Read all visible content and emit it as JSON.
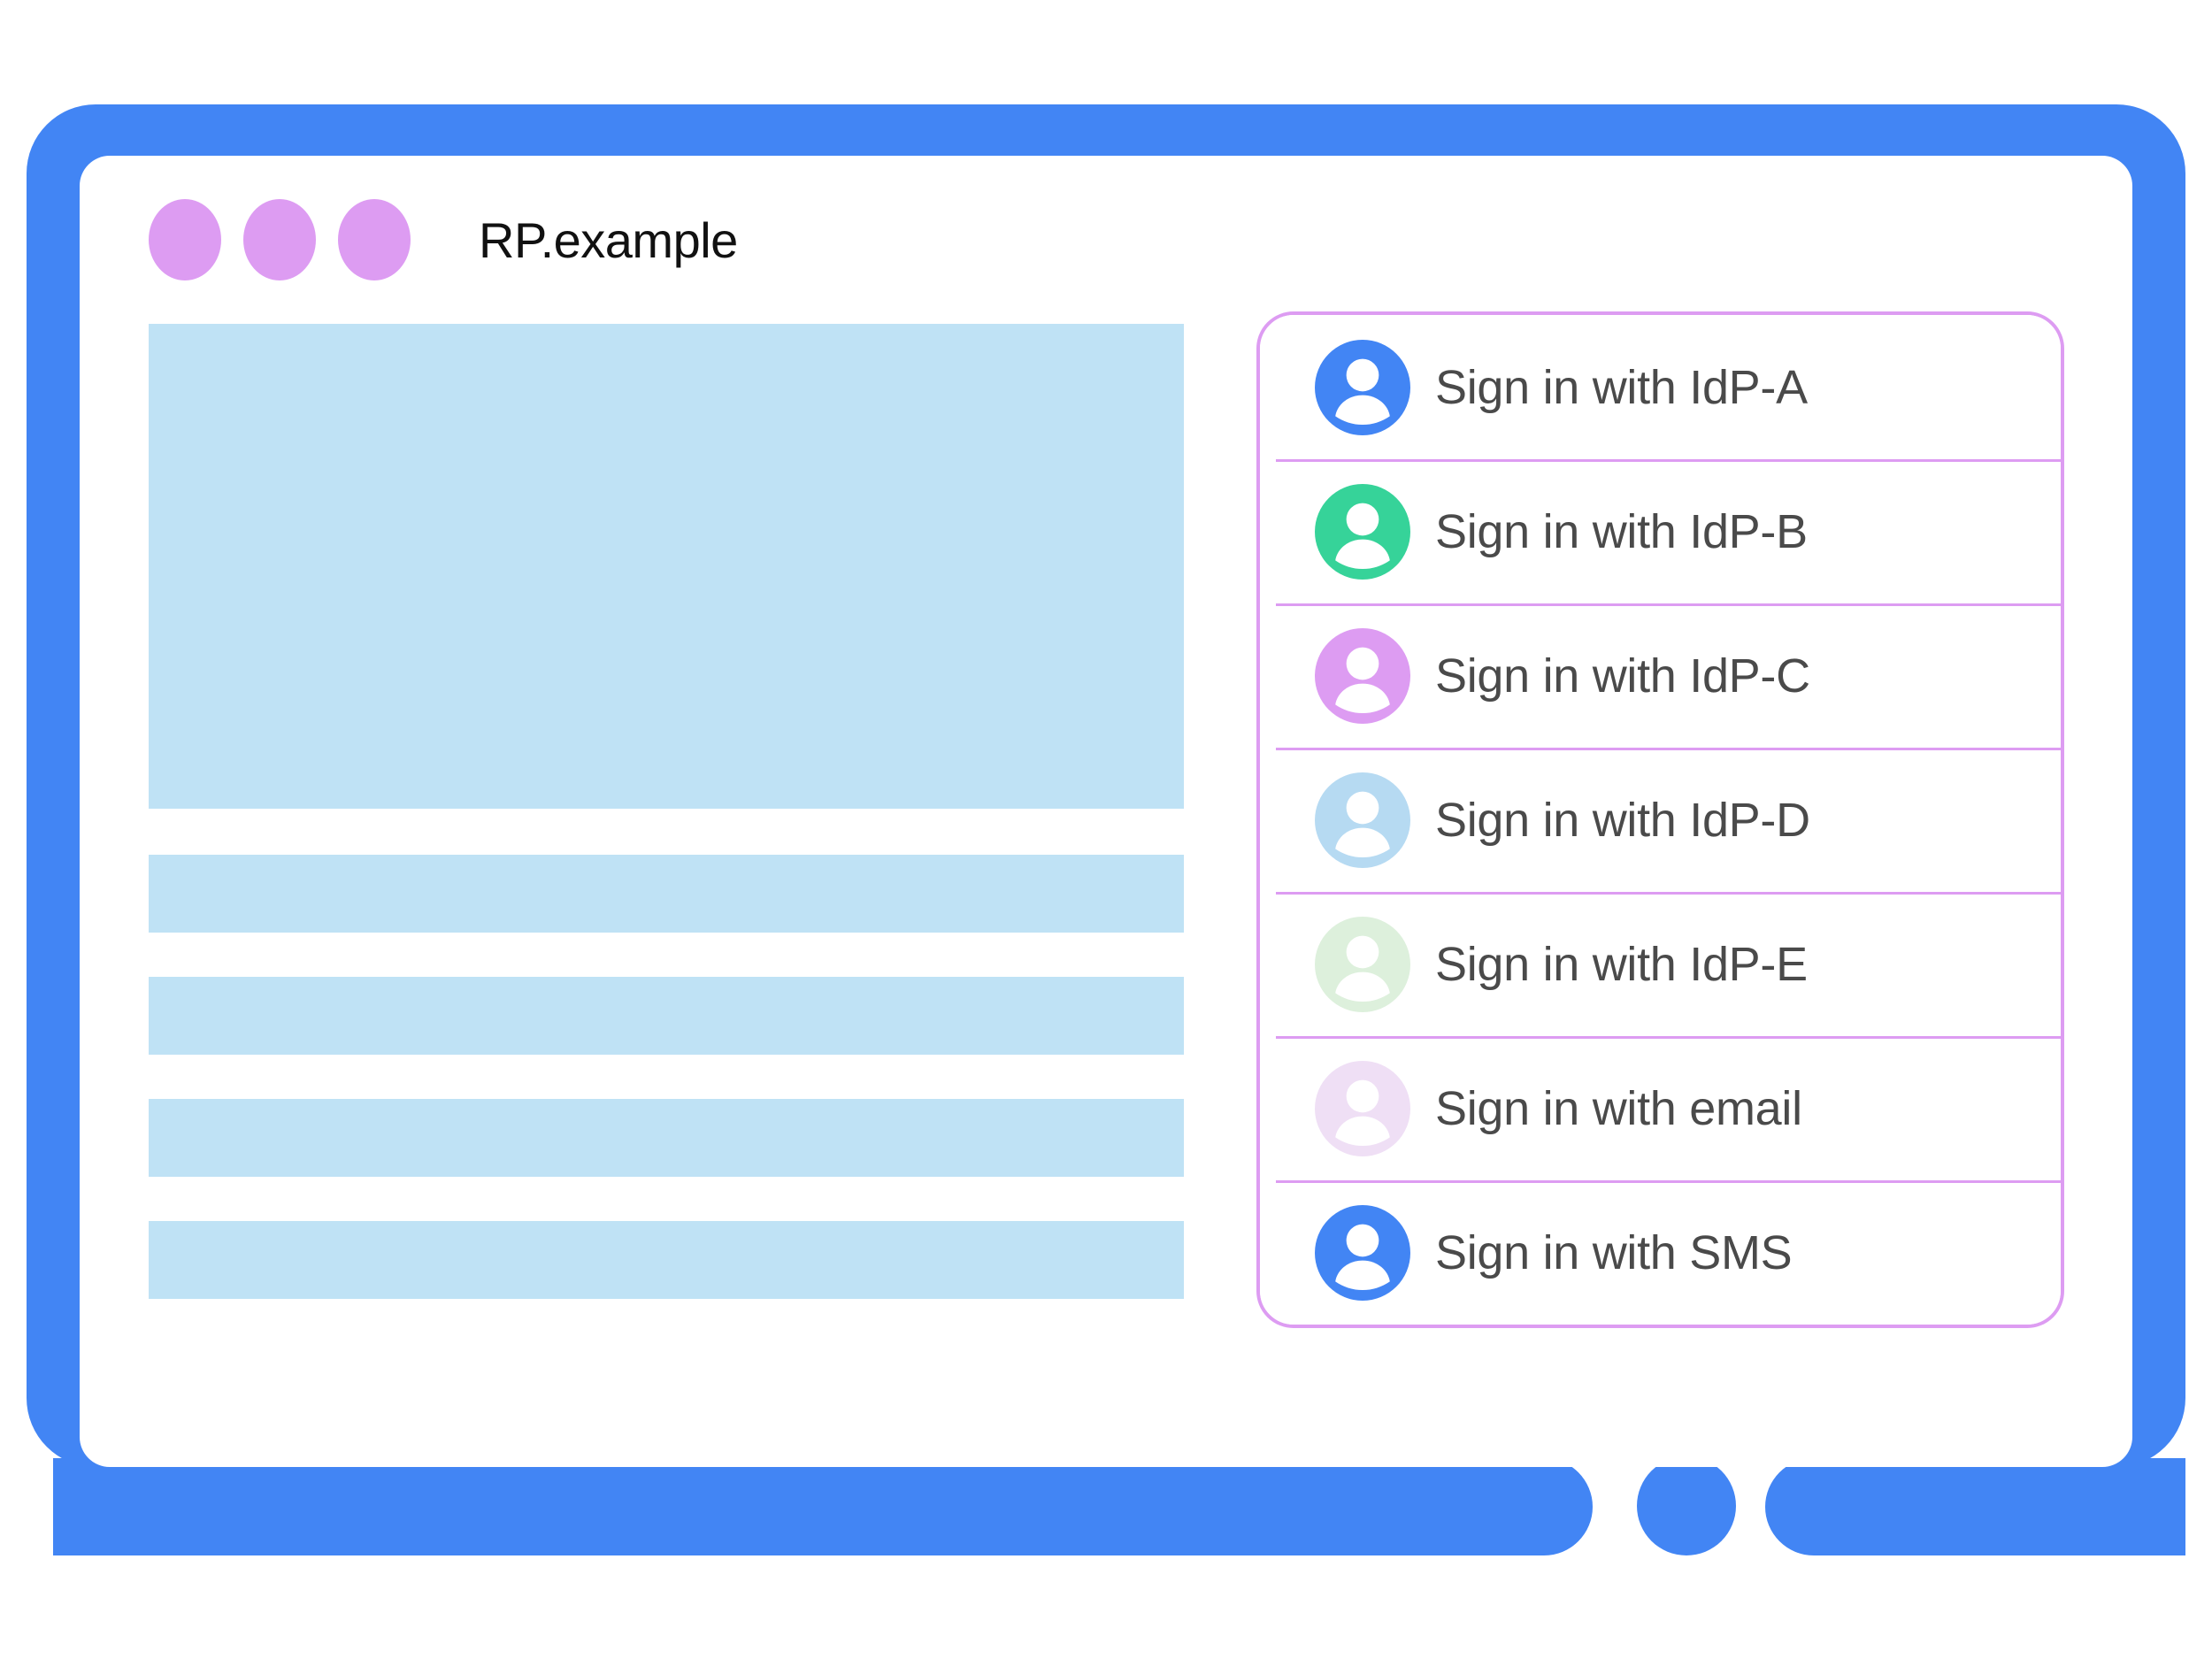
{
  "window": {
    "title": "RP.example",
    "dots": [
      "window-dot-1",
      "window-dot-2",
      "window-dot-3"
    ],
    "dot_color": "#dd9cf2",
    "frame_color": "#4285f4",
    "screen_color": "#ffffff"
  },
  "content": {
    "placeholder_color": "#bfe2f5",
    "blocks": [
      {
        "name": "hero-placeholder",
        "kind": "hero"
      },
      {
        "name": "text-line-placeholder-1",
        "kind": "bar"
      },
      {
        "name": "text-line-placeholder-2",
        "kind": "bar"
      },
      {
        "name": "text-line-placeholder-3",
        "kind": "bar"
      },
      {
        "name": "text-line-placeholder-4",
        "kind": "bar"
      }
    ]
  },
  "account_chooser": {
    "border_color": "#dd9cf2",
    "divider_color": "#dd9cf2",
    "label_color": "#4a4a4a",
    "items": [
      {
        "label": "Sign in with IdP-A",
        "icon": "account-avatar-icon",
        "avatar_color": "#4285f4"
      },
      {
        "label": "Sign in with IdP-B",
        "icon": "account-avatar-icon",
        "avatar_color": "#36d399"
      },
      {
        "label": "Sign in with IdP-C",
        "icon": "account-avatar-icon",
        "avatar_color": "#dd9cf2"
      },
      {
        "label": "Sign in with IdP-D",
        "icon": "account-avatar-icon",
        "avatar_color": "#b6daf2"
      },
      {
        "label": "Sign in with IdP-E",
        "icon": "account-avatar-icon",
        "avatar_color": "#ddf0dc"
      },
      {
        "label": "Sign in with email",
        "icon": "account-avatar-icon",
        "avatar_color": "#efdff5"
      },
      {
        "label": "Sign in with SMS",
        "icon": "account-avatar-icon",
        "avatar_color": "#4285f4"
      }
    ]
  }
}
